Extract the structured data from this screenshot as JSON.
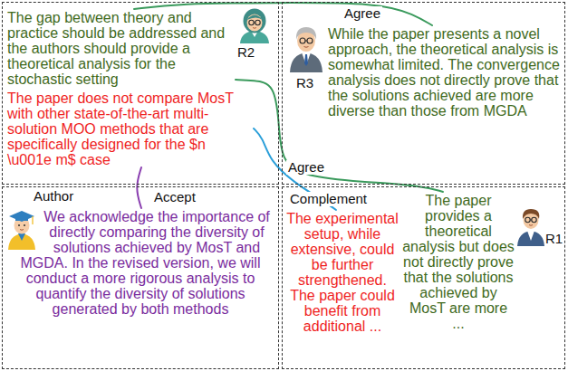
{
  "diagram": {
    "nodes": [
      {
        "text": [
          "R2"
        ]
      },
      {
        "text": [
          "The gap between theory and practice should be addressed and the authors should provide a theoretical analysis for the stochastic setting"
        ],
        "in": 0
      },
      {
        "text": [
          "The paper does not compare MosT with other state-of-the-art multi-solution MOO methods that are specifically designed for the $n \\u001e m$ case"
        ],
        "in": 0
      },
      {
        "text": [
          "R3"
        ]
      },
      {
        "text": [
          "While the paper presents a novel approach, the theoretical analysis is somewhat limited. The convergence analysis does not directly prove that the solutions achieved are more diverse than those from MGDA"
        ],
        "in": 3
      },
      {
        "text": [
          "Author"
        ]
      },
      {
        "text": [
          "We acknowledge the importance of directly comparing the diversity of solutions achieved by MosT and MGDA. In the revised version, we will conduct a more rigorous analysis to quantify the diversity of solutions generated by both methods"
        ],
        "in": 5
      },
      {
        "text": [
          "R1"
        ]
      },
      {
        "text": [
          "The experimental setup, while extensive, could be further strengthened. The paper could benefit from additional ..."
        ],
        "in": 7
      },
      {
        "text": [
          "The paper provides a theoretical analysis but does not directly prove that the solutions achieved by MosT are more ..."
        ],
        "in": 7
      }
    ],
    "edges": [
      {
        "from": 1,
        "to": 4,
        "arrow": "none",
        "label": "Agree"
      },
      {
        "from": 9,
        "to": 1,
        "arrow": "none",
        "label": "Agree"
      },
      {
        "from": 8,
        "to": 2,
        "arrow": "none",
        "label": "Complement"
      },
      {
        "from": 6,
        "to": 2,
        "arrow": "none",
        "label": "Accept"
      }
    ]
  }
}
